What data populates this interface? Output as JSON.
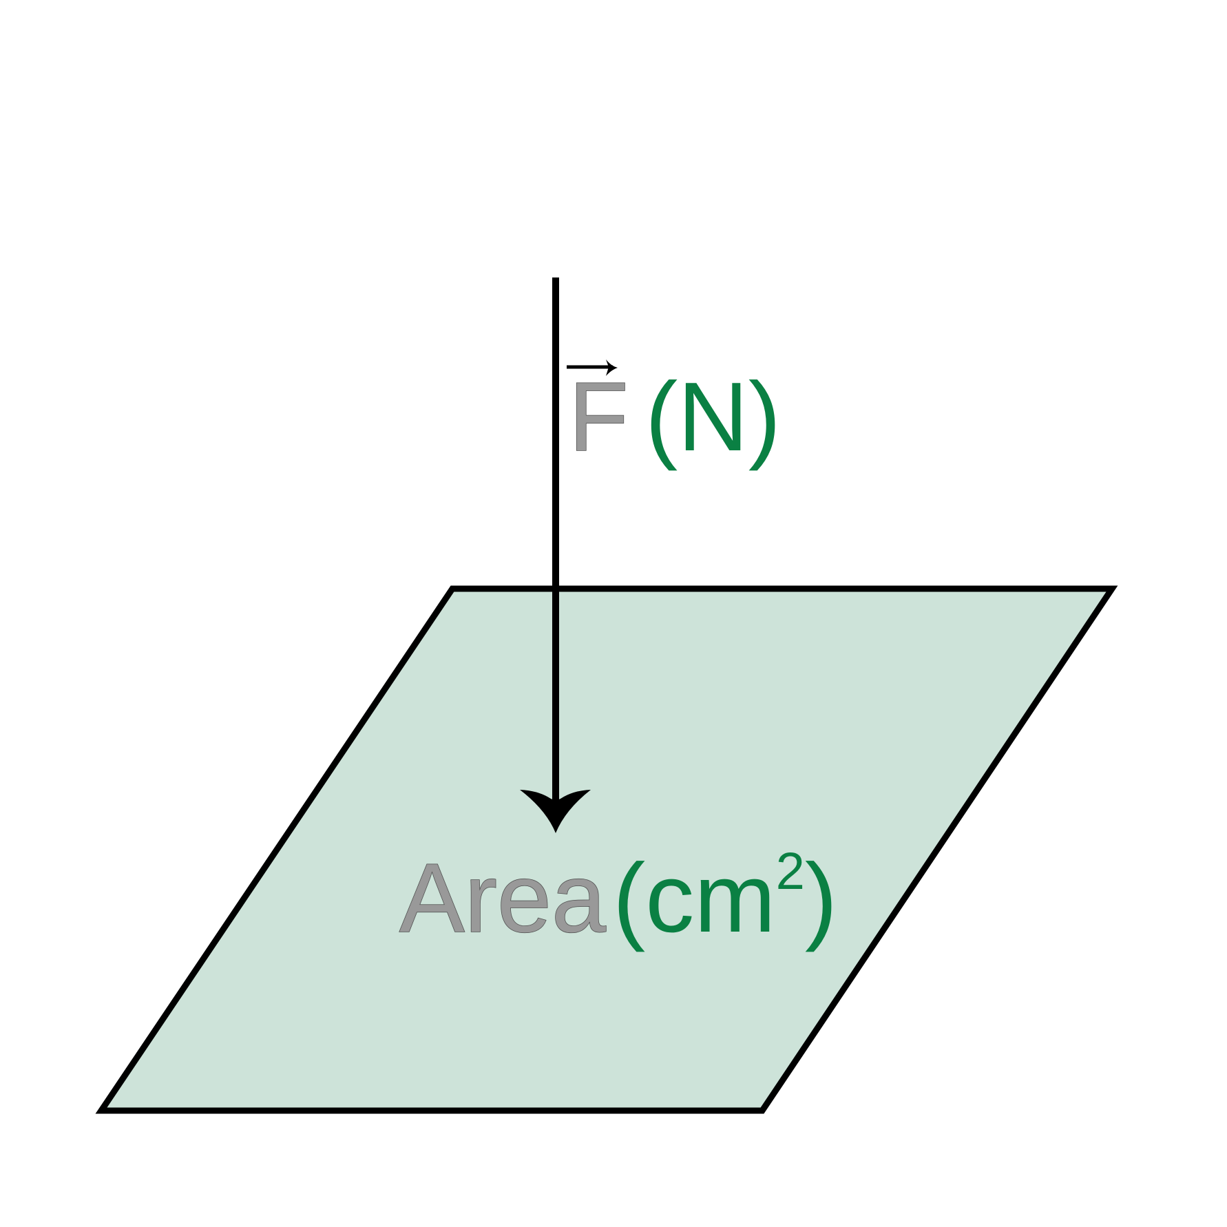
{
  "colors": {
    "background": "#ffffff",
    "plane_fill": "#cde3d9",
    "outline": "#000000",
    "symbol_gray": "#999999",
    "unit_green": "#0a8043"
  },
  "force_label": {
    "symbol": "F",
    "unit": "(N)",
    "vector_arrow": true
  },
  "area_label": {
    "word": "Area",
    "unit_open": "(cm",
    "unit_exponent": "2",
    "unit_close": ")"
  },
  "icons": {
    "force_arrow": "down-arrow-icon",
    "vector_arrow": "right-arrow-icon"
  }
}
